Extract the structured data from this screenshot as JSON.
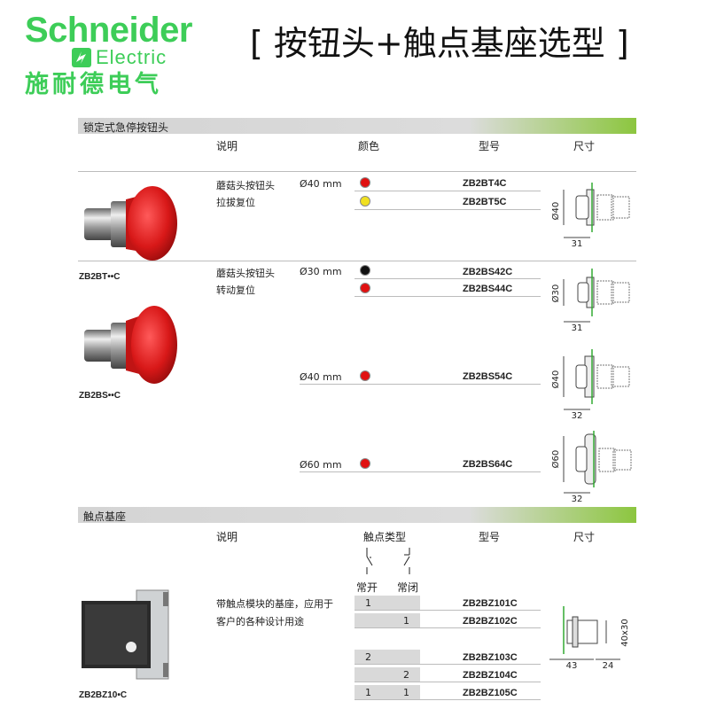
{
  "brand": {
    "name": "Schneider",
    "sub": "Electric",
    "chinese": "施耐德电气",
    "color": "#3dcd58"
  },
  "page_title": "[ 按钮头+触点基座选型 ]",
  "section1": {
    "title": "锁定式急停按钮头",
    "headers": {
      "desc": "说明",
      "color": "颜色",
      "model": "型号",
      "size": "尺寸"
    },
    "groups": [
      {
        "desc1": "蘑菇头按钮头",
        "desc2": "拉拔复位",
        "dia": "Ø40 mm",
        "items": [
          {
            "color": "#e01010",
            "model": "ZB2BT4C"
          },
          {
            "color": "#f0e020",
            "model": "ZB2BT5C"
          }
        ],
        "dim_dia": "Ø40",
        "dim_len": "31"
      },
      {
        "desc1": "蘑菇头按钮头",
        "desc2": "转动复位",
        "dia": "Ø30 mm",
        "items": [
          {
            "color": "#111111",
            "model": "ZB2BS42C"
          },
          {
            "color": "#e01010",
            "model": "ZB2BS44C"
          }
        ],
        "dim_dia": "Ø30",
        "dim_len": "31"
      },
      {
        "dia": "Ø40 mm",
        "items": [
          {
            "color": "#e01010",
            "model": "ZB2BS54C"
          }
        ],
        "dim_dia": "Ø40",
        "dim_len": "32"
      },
      {
        "dia": "Ø60 mm",
        "items": [
          {
            "color": "#e01010",
            "model": "ZB2BS64C"
          }
        ],
        "dim_dia": "Ø60",
        "dim_len": "32"
      }
    ],
    "captions": [
      "ZB2BT••C",
      "ZB2BS••C"
    ]
  },
  "section2": {
    "title": "触点基座",
    "headers": {
      "desc": "说明",
      "contact_type": "触点类型",
      "model": "型号",
      "size": "尺寸",
      "no": "常开",
      "nc": "常闭"
    },
    "desc1": "带触点模块的基座，应用于",
    "desc2": "客户的各种设计用途",
    "rows": [
      {
        "no": "1",
        "nc": "",
        "model": "ZB2BZ101C"
      },
      {
        "no": "",
        "nc": "1",
        "model": "ZB2BZ102C"
      },
      {
        "no": "2",
        "nc": "",
        "model": "ZB2BZ103C"
      },
      {
        "no": "",
        "nc": "2",
        "model": "ZB2BZ104C"
      },
      {
        "no": "1",
        "nc": "1",
        "model": "ZB2BZ105C"
      }
    ],
    "dim_h": "40x30",
    "dim_a": "43",
    "dim_b": "24",
    "caption": "ZB2BZ10•C"
  }
}
